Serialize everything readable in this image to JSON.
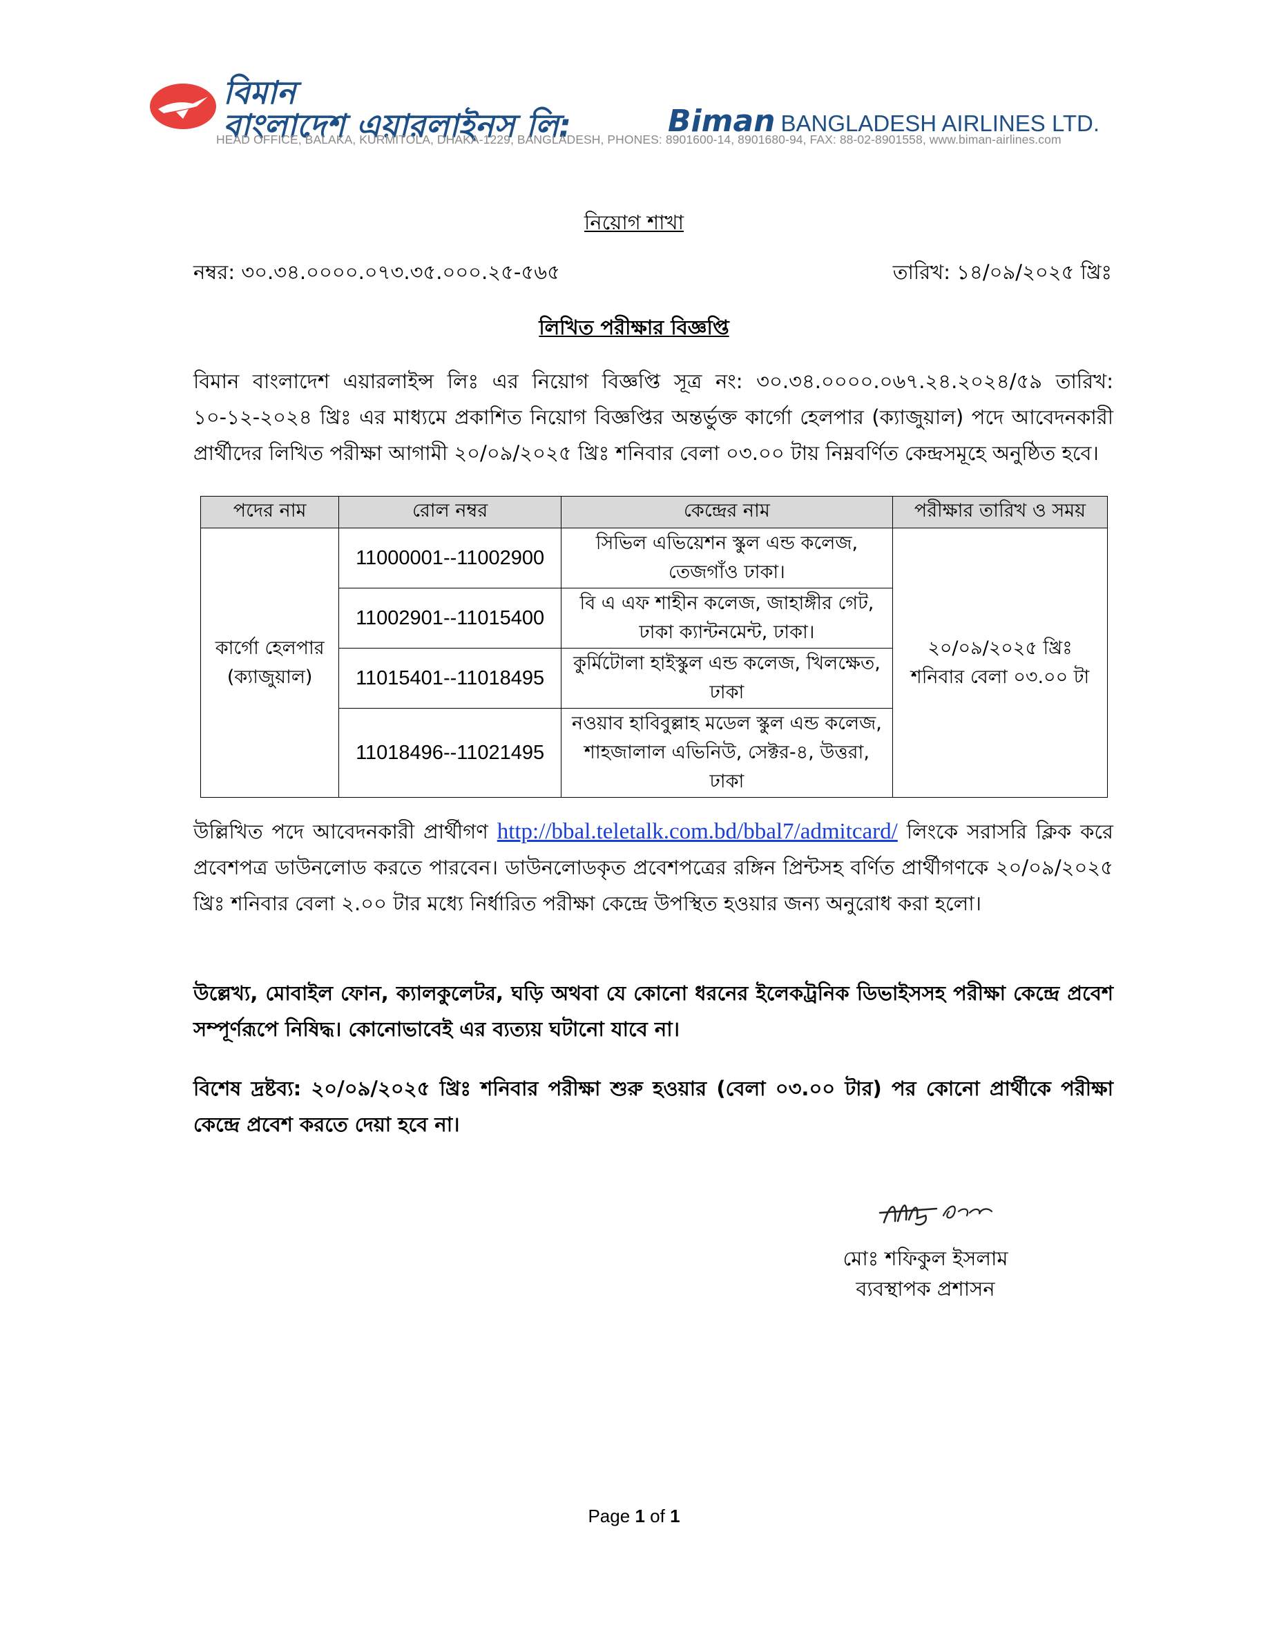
{
  "letterhead": {
    "logo_icon": "biman-crane-emblem",
    "name_bn_line1": "বিমান",
    "name_bn_line2": "বাংলাদেশ এয়ারলাইনস লি:",
    "name_en_brand": "Biman",
    "name_en_rest": "BANGLADESH AIRLINES LTD.",
    "address": "HEAD OFFICE, BALAKA, KURMITOLA, DHAKA-1229, BANGLADESH, PHONES: 8901600-14, 8901680-94, FAX: 88-02-8901558, www.biman-airlines.com",
    "colors": {
      "brand_blue": "#1d4f86",
      "emblem_red": "#e8403c",
      "address_gray": "#8a8a8a"
    }
  },
  "section_title": "নিয়োগ শাখা",
  "reference": {
    "number": "নম্বর: ৩০.৩৪.০০০০.০৭৩.৩৫.০০০.২৫-৫৬৫",
    "date": "তারিখ: ১৪/০৯/২০২৫ খ্রিঃ"
  },
  "notice_title": "লিখিত পরীক্ষার বিজ্ঞপ্তি",
  "paragraph1": "বিমান বাংলাদেশ এয়ারলাইন্স লিঃ এর নিয়োগ বিজ্ঞপ্তি সূত্র নং: ৩০.৩৪.০০০০.০৬৭.২৪.২০২৪/৫৯ তারিখ: ১০-১২-২০২৪ খ্রিঃ এর মাধ্যমে প্রকাশিত নিয়োগ বিজ্ঞপ্তির অন্তর্ভুক্ত কার্গো হেলপার (ক্যাজুয়াল) পদে আবেদনকারী প্রার্থীদের লিখিত পরীক্ষা আগামী ২০/০৯/২০২৫ খ্রিঃ শনিবার বেলা ০৩.০০ টায় নিম্নবর্ণিত কেন্দ্রসমূহে অনুষ্ঠিত হবে।",
  "table": {
    "headers": [
      "পদের নাম",
      "রোল নম্বর",
      "কেন্দ্রের নাম",
      "পরীক্ষার তারিখ ও সময়"
    ],
    "post_name": "কার্গো হেলপার (ক্যাজুয়াল)",
    "exam_time": "২০/০৯/২০২৫ খ্রিঃ শনিবার বেলা ০৩.০০ টা",
    "rows": [
      {
        "roll": "11000001--11002900",
        "center": "সিভিল এভিয়েশন স্কুল এন্ড কলেজ, তেজগাঁও ঢাকা।"
      },
      {
        "roll": "11002901--11015400",
        "center": "বি এ এফ শাহীন কলেজ, জাহাঙ্গীর গেট, ঢাকা ক্যান্টনমেন্ট, ঢাকা।"
      },
      {
        "roll": "11015401--11018495",
        "center": "কুর্মিটোলা হাইস্কুল এন্ড কলেজ, খিলক্ষেত, ঢাকা"
      },
      {
        "roll": "11018496--11021495",
        "center": "নওয়াব হাবিবুল্লাহ মডেল স্কুল এন্ড কলেজ, শাহজালাল এভিনিউ, সেক্টর-৪, উত্তরা, ঢাকা"
      }
    ]
  },
  "paragraph2": {
    "before_link": "উল্লিখিত পদে আবেদনকারী প্রার্থীগণ",
    "link": "http://bbal.teletalk.com.bd/bbal7/admitcard/",
    "after_link": "লিংকে সরাসরি ক্লিক করে প্রবেশপত্র ডাউনলোড করতে পারবেন। ডাউনলোডকৃত প্রবেশপত্রের রঙ্গিন প্রিন্টসহ বর্ণিত প্রার্থীগণকে ২০/০৯/২০২৫ খ্রিঃ শনিবার বেলা ২.০০ টার মধ্যে নির্ধারিত পরীক্ষা কেন্দ্রে উপস্থিত হওয়ার জন্য অনুরোধ করা হলো।"
  },
  "paragraph3": "উল্লেখ্য, মোবাইল ফোন, ক্যালকুলেটর, ঘড়ি অথবা যে কোনো ধরনের ইলেকট্রনিক ডিভাইসসহ পরীক্ষা কেন্দ্রে প্রবেশ সম্পূর্ণরূপে নিষিদ্ধ। কোনোভাবেই এর ব্যত্যয় ঘটানো যাবে না।",
  "paragraph4": "বিশেষ দ্রষ্টব্য: ২০/০৯/২০২৫ খ্রিঃ শনিবার পরীক্ষা শুরু হওয়ার (বেলা ০৩.০০ টার) পর কোনো প্রার্থীকে পরীক্ষা কেন্দ্রে প্রবেশ করতে দেয়া হবে না।",
  "signatory": {
    "name": "মোঃ শফিকুল ইসলাম",
    "designation": "ব্যবস্থাপক প্রশাসন"
  },
  "footer": {
    "page_label": "Page",
    "page_current": "1",
    "page_of": "of",
    "page_total": "1"
  }
}
